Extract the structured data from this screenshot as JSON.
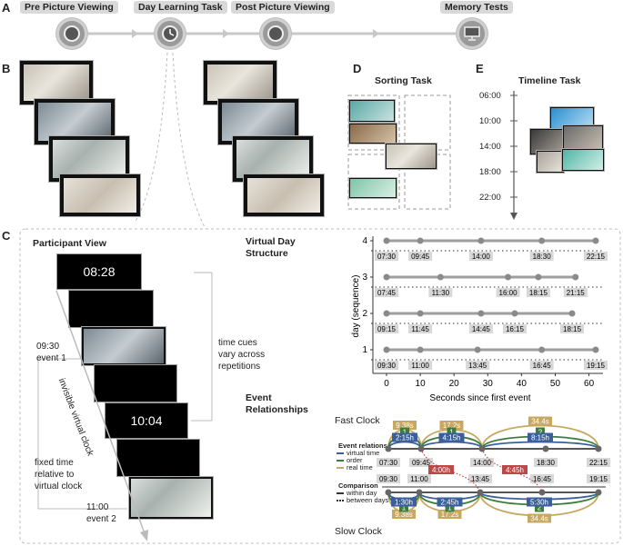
{
  "panels": {
    "a": "A",
    "b": "B",
    "c": "C",
    "d": "D",
    "e": "E"
  },
  "phases": [
    {
      "label": "Pre Picture Viewing",
      "icon": "camera-icon"
    },
    {
      "label": "Day Learning Task",
      "icon": "clock-icon"
    },
    {
      "label": "Post Picture Viewing",
      "icon": "camera-icon"
    },
    {
      "label": "Memory Tests",
      "icon": "monitor-icon"
    }
  ],
  "sorting": {
    "title": "Sorting Task"
  },
  "timeline": {
    "title": "Timeline Task",
    "ticks": [
      "06:00",
      "10:00",
      "14:00",
      "18:00",
      "22:00"
    ]
  },
  "participant": {
    "title": "Participant View",
    "clock1": "08:28",
    "clock2": "10:04",
    "time_cues": [
      "time cues",
      "vary across",
      "repetitions"
    ],
    "event1": [
      "09:30",
      "event 1"
    ],
    "virtual_clock": "invisible virtual clock",
    "fixed": [
      "fixed time",
      "relative to",
      "virtual clock"
    ],
    "event2": [
      "11:00",
      "event 2"
    ]
  },
  "virtual_day": {
    "title": [
      "Virtual Day",
      "Structure"
    ],
    "ylabel": "day (sequence)",
    "xlabel": "Seconds since first event",
    "colors": {
      "line": "#9e9e9e",
      "dot": "#8a8a8a"
    }
  },
  "chart_data": {
    "type": "scatter",
    "xlabel": "Seconds since first event",
    "ylabel": "day (sequence)",
    "xlim": [
      0,
      62
    ],
    "ylim": [
      1,
      4
    ],
    "xticks": [
      0,
      10,
      20,
      30,
      40,
      50,
      60
    ],
    "yticks": [
      1,
      2,
      3,
      4
    ],
    "series": [
      {
        "day": 4,
        "x": [
          0,
          10,
          28,
          46,
          62
        ],
        "labels": [
          "07:30",
          "09:45",
          "14:00",
          "18:30",
          "22:15"
        ]
      },
      {
        "day": 3,
        "x": [
          0,
          16,
          36,
          45,
          56
        ],
        "labels": [
          "07:45",
          "11:30",
          "16:00",
          "18:15",
          "21:15"
        ]
      },
      {
        "day": 2,
        "x": [
          0,
          10,
          28,
          38,
          55
        ],
        "labels": [
          "09:15",
          "11:45",
          "14:45",
          "16:15",
          "18:15"
        ]
      },
      {
        "day": 1,
        "x": [
          0,
          10,
          27,
          46,
          62
        ],
        "labels": [
          "09:30",
          "11:00",
          "13:45",
          "16:45",
          "19:15"
        ]
      }
    ]
  },
  "event_rel": {
    "title": [
      "Event",
      "Relationships"
    ],
    "fast_clock": "Fast Clock",
    "slow_clock": "Slow Clock",
    "fast_times": [
      "07:30",
      "09:45",
      "14:00",
      "18:30",
      "22:15"
    ],
    "slow_times": [
      "09:30",
      "11:00",
      "13:45",
      "16:45",
      "19:15"
    ],
    "fast_real": [
      "9.38s",
      "17.2s",
      "34.4s"
    ],
    "fast_order": [
      "1",
      "1",
      "2"
    ],
    "fast_virtual": [
      "2:15h",
      "4:15h",
      "8:15h"
    ],
    "between": [
      "4:00h",
      "4:45h"
    ],
    "slow_virtual": [
      "1:30h",
      "2:45h",
      "5:30h"
    ],
    "slow_order": [
      "1",
      "1",
      "2"
    ],
    "slow_real": [
      "9.38s",
      "17.2s",
      "34.4s"
    ],
    "legend_title": "Event relations",
    "legend": [
      "virtual time",
      "order",
      "real time"
    ],
    "comparison_title": "Comparison",
    "comparison": [
      "within day",
      "between days"
    ],
    "colors": {
      "virtual": "#3a5f9a",
      "order": "#3c7d3c",
      "real": "#c8a860",
      "between": "#b94a48"
    }
  }
}
